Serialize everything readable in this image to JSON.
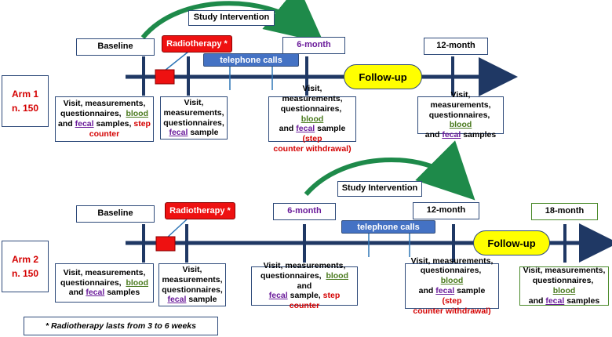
{
  "arm1": {
    "label_line1": "Arm 1",
    "label_line2": "n. 150",
    "intervention": "Study Intervention",
    "radiotherapy": "Radiotherapy *",
    "telephone": "telephone calls",
    "follow_up": "Follow-up",
    "milestones": {
      "baseline": "Baseline",
      "m6": "6-month",
      "m12": "12-month"
    },
    "desc_baseline": {
      "a": "Visit, measurements,",
      "b": "questionnaires,",
      "blood": "blood",
      "and": "and",
      "fecal": "fecal",
      "samples": "samples,",
      "step": "step",
      "counter": "counter"
    },
    "desc_radio": {
      "a": "Visit,",
      "b": "measurements,",
      "c": "questionnaires,",
      "fecal": "fecal",
      "sample": "sample"
    },
    "desc_m6": {
      "a": "Visit, measurements,",
      "b": "questionnaires,",
      "blood": "blood",
      "and": "and",
      "fecal": "fecal",
      "sample": "sample",
      "step": "(step",
      "withdrawal": "counter withdrawal)"
    },
    "desc_m12": {
      "a": "Visit, measurements,",
      "b": "questionnaires,",
      "blood": "blood",
      "and": "and",
      "fecal": "fecal",
      "samples": "samples"
    }
  },
  "arm2": {
    "label_line1": "Arm 2",
    "label_line2": "n. 150",
    "intervention": "Study Intervention",
    "radiotherapy": "Radiotherapy *",
    "telephone": "telephone calls",
    "follow_up": "Follow-up",
    "milestones": {
      "baseline": "Baseline",
      "m6": "6-month",
      "m12": "12-month",
      "m18": "18-month"
    },
    "desc_baseline": {
      "a": "Visit, measurements,",
      "b": "questionnaires,",
      "blood": "blood",
      "and": "and",
      "fecal": "fecal",
      "samples": "samples"
    },
    "desc_radio": {
      "a": "Visit,",
      "b": "measurements,",
      "c": "questionnaires,",
      "fecal": "fecal",
      "sample": "sample"
    },
    "desc_m6": {
      "a": "Visit, measurements,",
      "b": "questionnaires,",
      "blood": "blood",
      "and": "and",
      "fecal": "fecal",
      "sample": "sample,",
      "step": "step counter"
    },
    "desc_m12": {
      "a": "Visit, measurements,",
      "b": "questionnaires,",
      "blood": "blood",
      "and": "and",
      "fecal": "fecal",
      "sample": "sample",
      "step": "(step",
      "withdrawal": "counter withdrawal)"
    },
    "desc_m18": {
      "a": "Visit, measurements,",
      "b": "questionnaires,",
      "blood": "blood",
      "and": "and",
      "fecal": "fecal",
      "samples": "samples"
    }
  },
  "footnote": "* Radiotherapy lasts from 3 to 6 weeks",
  "colors": {
    "timeline": "#1f3864",
    "tick": "#1f3864",
    "phone_tick": "#2e75b6",
    "radio": "#ee1111",
    "follow_up": "#ffff00",
    "curve_arrow": "#1e8a4a"
  }
}
